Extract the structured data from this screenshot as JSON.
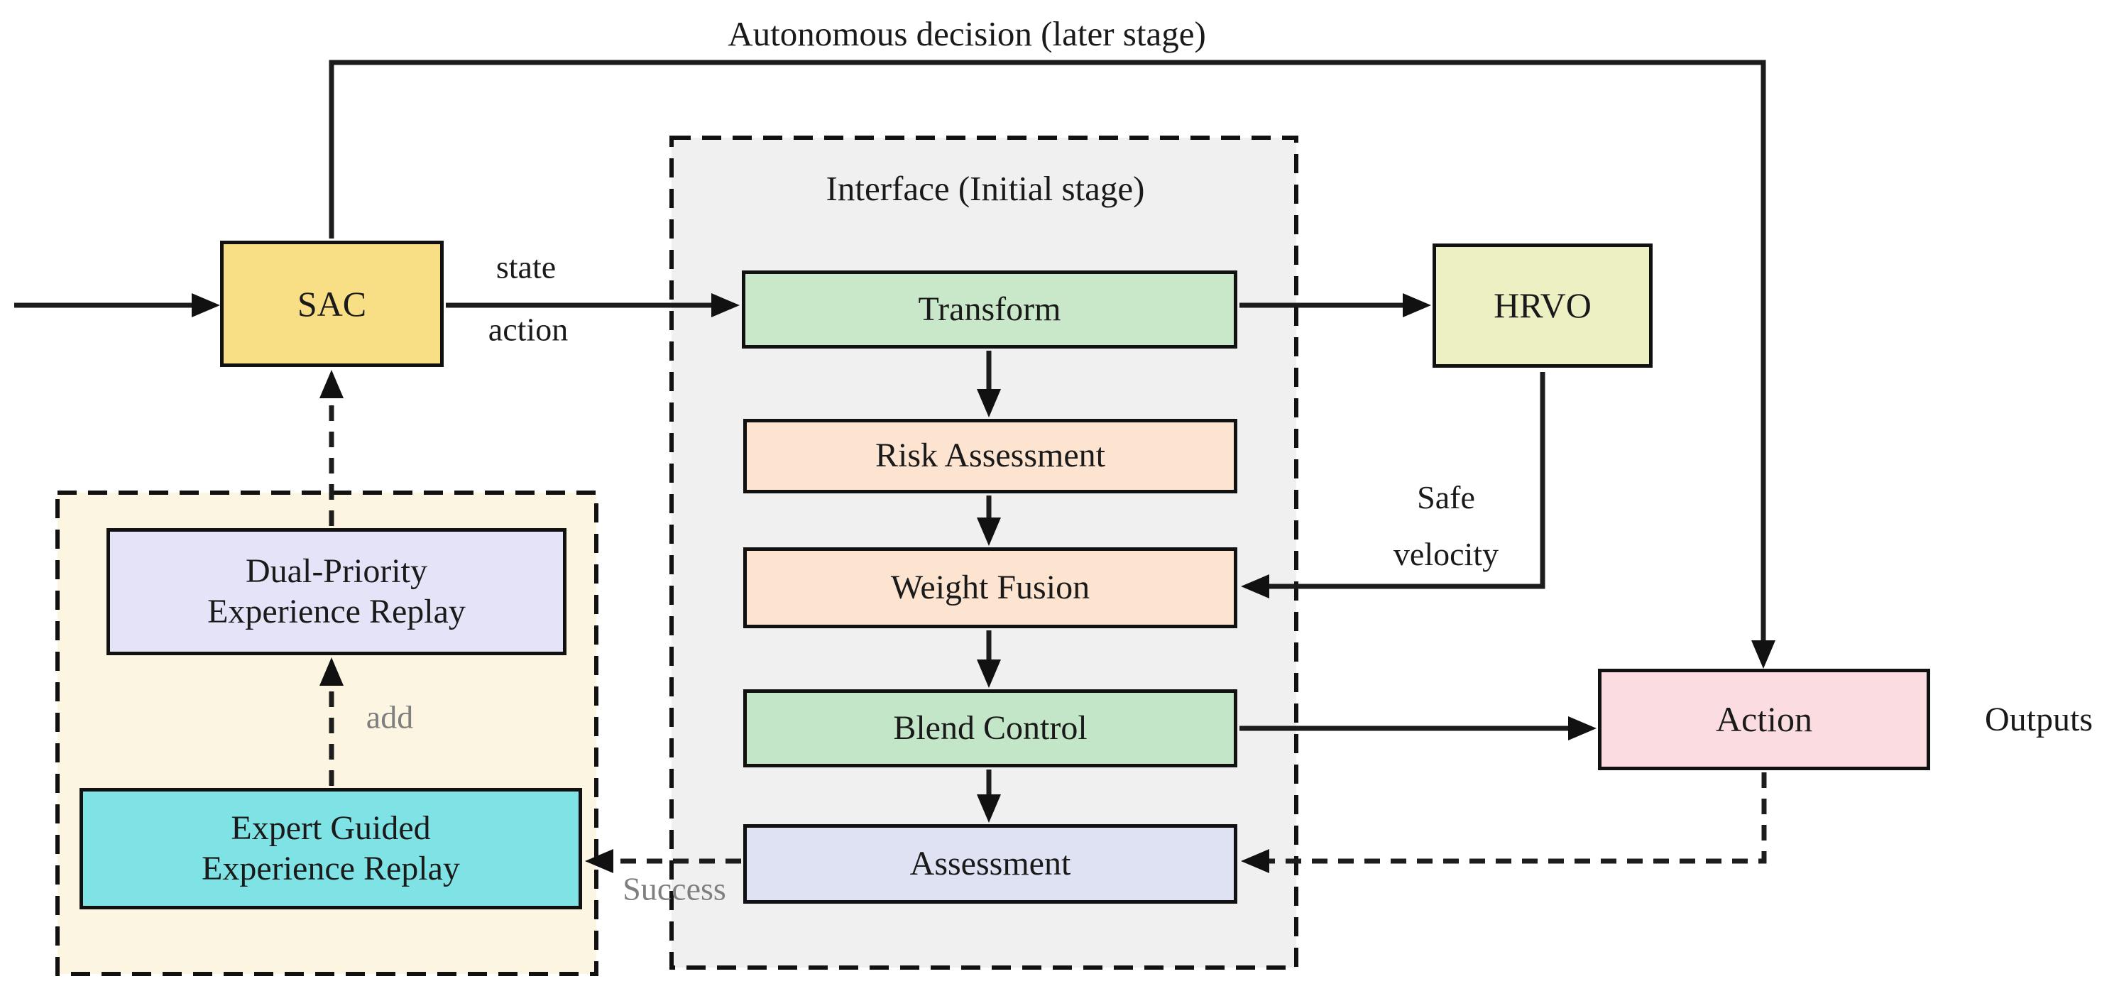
{
  "diagram": {
    "top_label": "Autonomous decision (later stage)",
    "containers": {
      "interface_title": "Interface (Initial stage)",
      "interface_desc": "dashed container around transform pipeline",
      "replay_desc": "dashed container around experience replay buffers"
    },
    "nodes": {
      "sac": "SAC",
      "transform": "Transform",
      "risk_assessment": "Risk Assessment",
      "weight_fusion": "Weight Fusion",
      "blend_control": "Blend Control",
      "assessment": "Assessment",
      "hrvo": "HRVO",
      "action": "Action",
      "dual_line1": "Dual-Priority",
      "dual_line2": "Experience Replay",
      "expert_line1": "Expert Guided",
      "expert_line2": "Experience Replay"
    },
    "edge_labels": {
      "state": "state",
      "action": "action",
      "safe_line1": "Safe",
      "safe_line2": "velocity",
      "outputs": "Outputs",
      "add": "add",
      "success": "Success"
    },
    "colors": {
      "interface_bg": "#f0f0f0",
      "replay_bg": "#fcf5e2",
      "sac": "#f8de84",
      "transform": "#c9e7c9",
      "risk_assessment": "#fce4d0",
      "weight_fusion": "#fce4d0",
      "blend_control": "#c3e5c8",
      "assessment": "#dee2f2",
      "hrvo": "#edf0c2",
      "action": "#fbdce0",
      "dual_priority": "#e4e3f8",
      "expert_guided": "#7fe3e6",
      "line": "#1c1c1c",
      "gray_label": "#7f7f7f"
    }
  }
}
